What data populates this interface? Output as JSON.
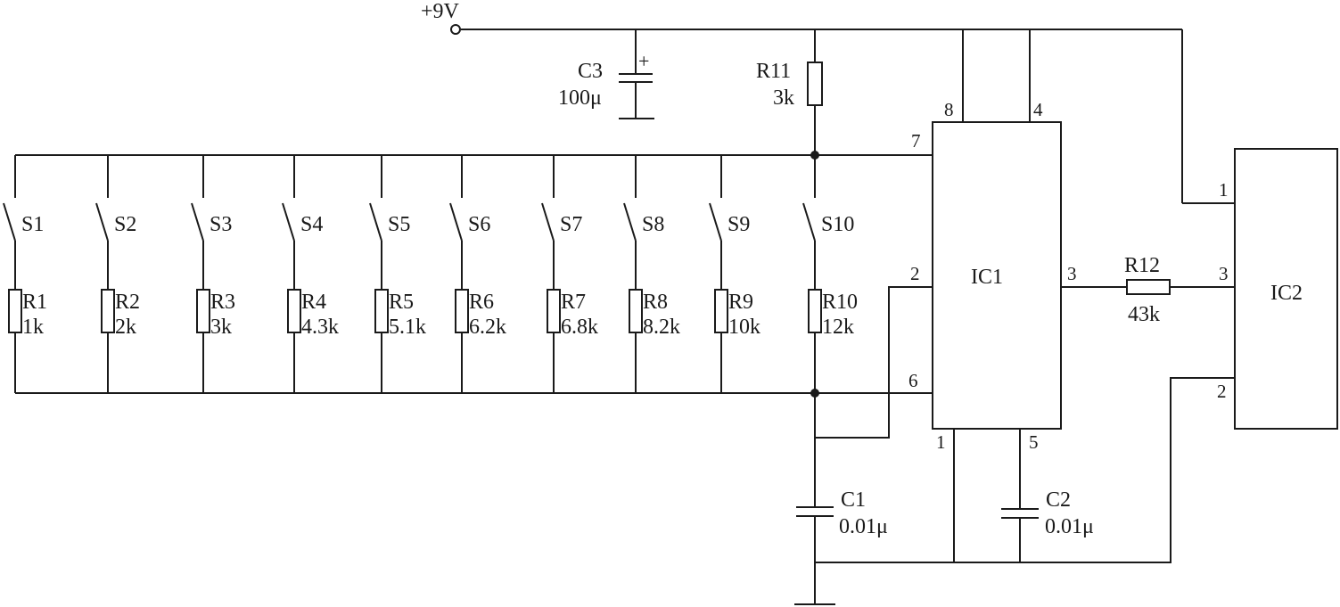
{
  "colors": {
    "ink": "#1a1a1a",
    "background": "#ffffff"
  },
  "supply": {
    "label": "+9V"
  },
  "capacitors": {
    "c3": {
      "name": "C3",
      "value": "100μ",
      "polarity": "+"
    },
    "c1": {
      "name": "C1",
      "value": "0.01μ"
    },
    "c2": {
      "name": "C2",
      "value": "0.01μ"
    }
  },
  "resistors": {
    "r11": {
      "name": "R11",
      "value": "3k"
    },
    "r12": {
      "name": "R12",
      "value": "43k"
    }
  },
  "switch_resistor_ladder": [
    {
      "switch": "S1",
      "resistor": "R1",
      "value": "1k"
    },
    {
      "switch": "S2",
      "resistor": "R2",
      "value": "2k"
    },
    {
      "switch": "S3",
      "resistor": "R3",
      "value": "3k"
    },
    {
      "switch": "S4",
      "resistor": "R4",
      "value": "4.3k"
    },
    {
      "switch": "S5",
      "resistor": "R5",
      "value": "5.1k"
    },
    {
      "switch": "S6",
      "resistor": "R6",
      "value": "6.2k"
    },
    {
      "switch": "S7",
      "resistor": "R7",
      "value": "6.8k"
    },
    {
      "switch": "S8",
      "resistor": "R8",
      "value": "8.2k"
    },
    {
      "switch": "S9",
      "resistor": "R9",
      "value": "10k"
    },
    {
      "switch": "S10",
      "resistor": "R10",
      "value": "12k"
    }
  ],
  "ic1": {
    "name": "IC1",
    "pins": {
      "p1": "1",
      "p2": "2",
      "p3": "3",
      "p4": "4",
      "p5": "5",
      "p6": "6",
      "p7": "7",
      "p8": "8"
    }
  },
  "ic2": {
    "name": "IC2",
    "pins": {
      "p1": "1",
      "p2": "2",
      "p3": "3"
    }
  }
}
